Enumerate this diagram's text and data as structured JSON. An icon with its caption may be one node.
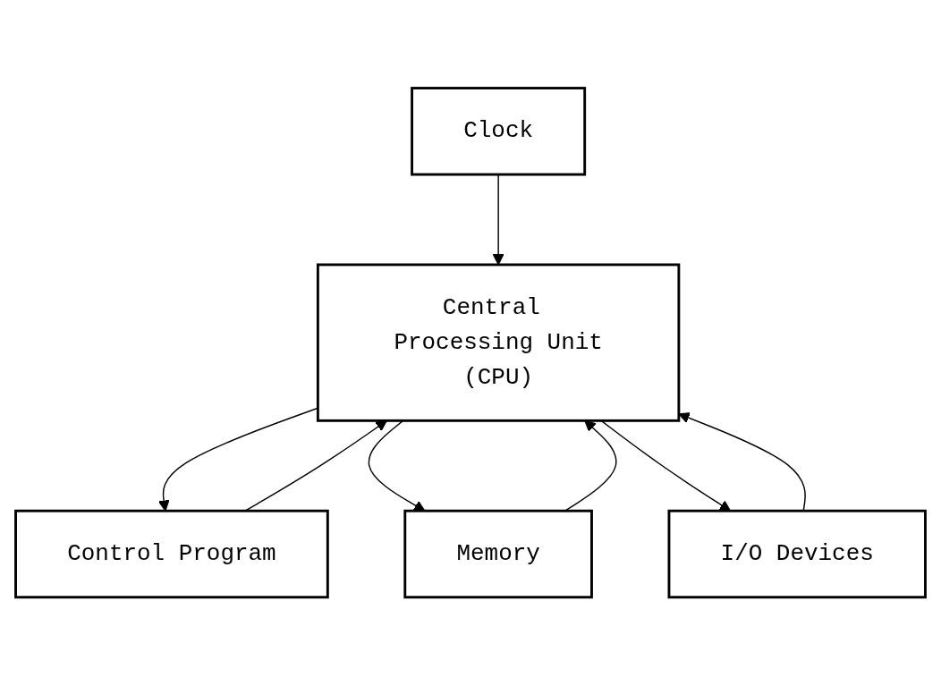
{
  "diagram": {
    "nodes": [
      {
        "text": [
          "Clock"
        ]
      },
      {
        "text": [
          "Control Program"
        ]
      },
      {
        "text": [
          "Central Processing Unit",
          "(CPU)"
        ]
      },
      {
        "text": [
          "Memory"
        ]
      },
      {
        "text": [
          "I/O Devices"
        ]
      }
    ],
    "edges": [
      {
        "from": 0,
        "to": 2,
        "arrow": "to"
      },
      {
        "from": 1,
        "to": 2,
        "arrow": "to"
      },
      {
        "from": 2,
        "to": 1,
        "arrow": "to"
      },
      {
        "from": 2,
        "to": 3,
        "arrow": "to"
      },
      {
        "from": 3,
        "to": 2,
        "arrow": "to"
      },
      {
        "from": 4,
        "to": 2,
        "arrow": "to"
      },
      {
        "from": 2,
        "to": 4,
        "arrow": "to"
      }
    ]
  }
}
